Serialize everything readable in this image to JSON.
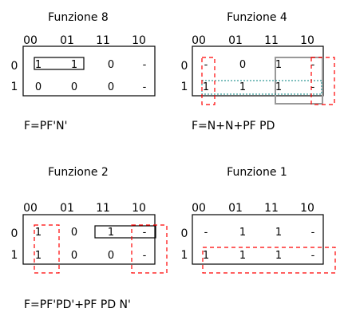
{
  "maps": [
    {
      "title": "Funzione 8",
      "col_headers": [
        "00",
        "01",
        "11",
        "10"
      ],
      "row_headers": [
        "0",
        "1"
      ],
      "cells": [
        [
          "1",
          "1",
          "0",
          "-"
        ],
        [
          "0",
          "0",
          "0",
          "-"
        ]
      ],
      "formula": "F=PF'N'"
    },
    {
      "title": "Funzione 4",
      "col_headers": [
        "00",
        "01",
        "11",
        "10"
      ],
      "row_headers": [
        "0",
        "1"
      ],
      "cells": [
        [
          "-",
          "0",
          "1",
          "-"
        ],
        [
          "1",
          "1",
          "1",
          "-"
        ]
      ],
      "formula": "F=N+N+PF PD"
    },
    {
      "title": "Funzione 2",
      "col_headers": [
        "00",
        "01",
        "11",
        "10"
      ],
      "row_headers": [
        "0",
        "1"
      ],
      "cells": [
        [
          "1",
          "0",
          "1",
          "-"
        ],
        [
          "1",
          "0",
          "0",
          "-"
        ]
      ],
      "formula": "F=PF'PD'+PF PD N'"
    },
    {
      "title": "Funzione 1",
      "col_headers": [
        "00",
        "01",
        "11",
        "10"
      ],
      "row_headers": [
        "0",
        "1"
      ],
      "cells": [
        [
          "-",
          "1",
          "1",
          "-"
        ],
        [
          "1",
          "1",
          "1",
          "-"
        ]
      ],
      "formula": ""
    }
  ],
  "colors": {
    "text": "#000000",
    "grid": "#000000",
    "group_dashed": "#ff0000",
    "group_gray": "#999999",
    "group_teal": "#00807f"
  }
}
